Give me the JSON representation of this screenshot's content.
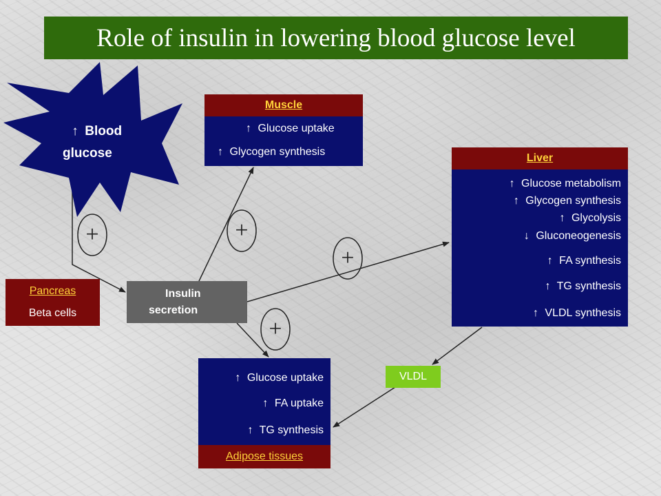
{
  "title": "Role of insulin in lowering blood glucose level",
  "arrow_up": "↑",
  "arrow_down": "↓",
  "blood_glucose": {
    "line1": "Blood",
    "line2": "glucose"
  },
  "muscle": {
    "header": "Muscle",
    "items": [
      "Glucose uptake",
      "Glycogen synthesis"
    ]
  },
  "liver": {
    "header": "Liver",
    "items": [
      {
        "dir": "up",
        "text": "Glucose metabolism"
      },
      {
        "dir": "up",
        "text": "Glycogen synthesis"
      },
      {
        "dir": "up",
        "text": "Glycolysis"
      },
      {
        "dir": "down",
        "text": "Gluconeogenesis"
      },
      {
        "dir": "up",
        "text": "FA synthesis"
      },
      {
        "dir": "up",
        "text": "TG synthesis"
      },
      {
        "dir": "up",
        "text": "VLDL synthesis"
      }
    ]
  },
  "pancreas": {
    "header": "Pancreas",
    "sub": "Beta cells"
  },
  "insulin": {
    "line1": "Insulin",
    "line2": "secretion"
  },
  "adipose": {
    "header": "Adipose tissues",
    "items": [
      "Glucose uptake",
      "FA uptake",
      "TG synthesis"
    ]
  },
  "vldl_label": "VLDL",
  "plus_sign": "+",
  "colors": {
    "title_bg": "#2f6b0c",
    "navy": "#0a0f6e",
    "maroon": "#7a0a0a",
    "grey": "#636363",
    "lime": "#7fcc1e",
    "header_text": "#ffd23a"
  }
}
